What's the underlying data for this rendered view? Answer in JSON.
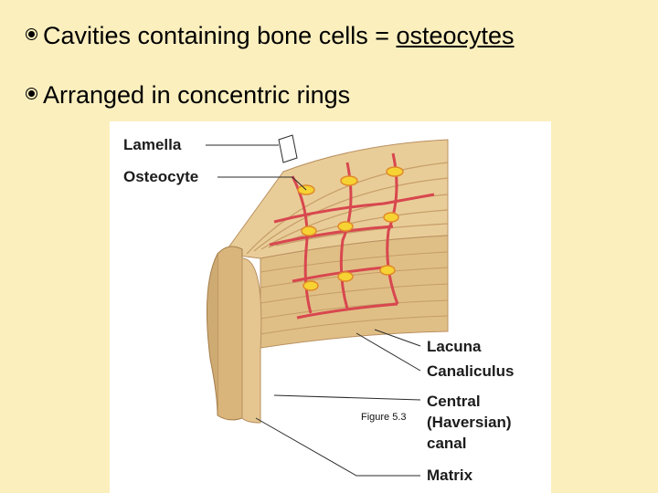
{
  "bullets": [
    {
      "prefix": "Cavities containing bone cells = ",
      "link": "osteocytes"
    },
    {
      "prefix": "Arranged in concentric rings",
      "link": ""
    }
  ],
  "figure": {
    "labels": {
      "lamella": "Lamella",
      "osteocyte": "Osteocyte",
      "lacuna": "Lacuna",
      "canaliculus": "Canaliculus",
      "central_line1": "Central",
      "central_line2": "(Haversian)",
      "central_line3": "canal",
      "matrix": "Matrix"
    },
    "caption": "Figure 5.3"
  },
  "colors": {
    "background": "#fbefbe",
    "bone": "#e6c690",
    "bone_dark": "#c9a26a",
    "cell_red": "#d8474f",
    "cell_yellow": "#f7d233"
  }
}
